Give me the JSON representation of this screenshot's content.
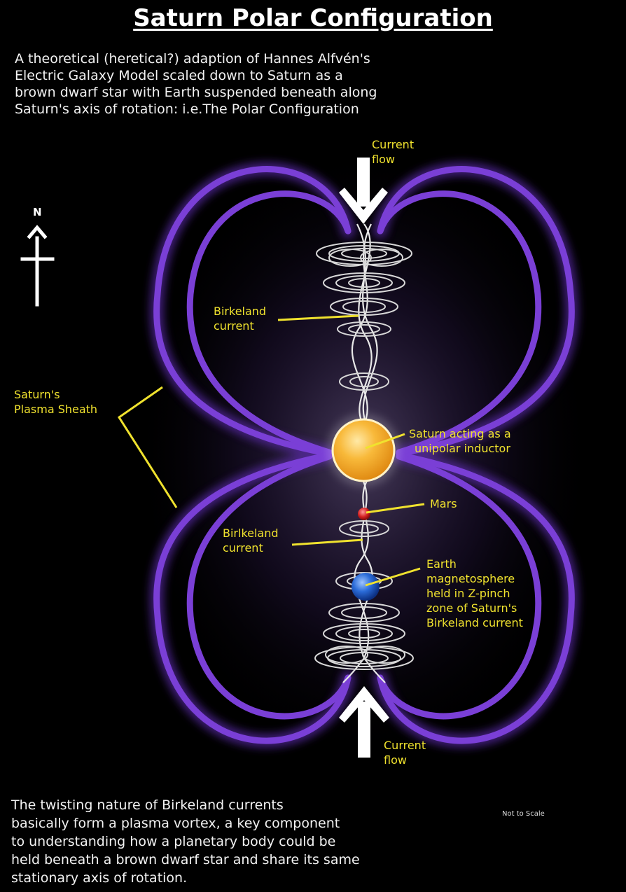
{
  "title": "Saturn Polar Configuration",
  "intro_lines": [
    "A theoretical (heretical?) adaption of Hannes Alfvén's",
    "Electric Galaxy Model scaled down to Saturn as a",
    "brown dwarf star with Earth suspended beneath along",
    "Saturn's axis of rotation: i.e.The Polar Configuration"
  ],
  "compass": {
    "label": "N"
  },
  "labels": {
    "current_flow_top": [
      "Current",
      "flow"
    ],
    "birkeland_upper": [
      "Birkeland",
      "current"
    ],
    "plasma_sheath": [
      "Saturn's",
      "Plasma Sheath"
    ],
    "saturn": [
      "Saturn  acting as a",
      "unipolar inductor"
    ],
    "mars": [
      "Mars"
    ],
    "birkeland_lower": [
      "Birlkeland",
      "current"
    ],
    "earth": [
      "Earth",
      "magnetosphere",
      "held in Z-pinch",
      "zone of Saturn's",
      "Birkeland current"
    ],
    "current_flow_bottom": [
      "Current",
      "flow"
    ]
  },
  "scale_note": "Not to Scale",
  "outro_lines": [
    "The twisting nature of Birkeland currents",
    "basically form a plasma vortex, a key component",
    "to understanding how a planetary body could be",
    "held beneath a brown dwarf star and share its same",
    "stationary axis of rotation."
  ],
  "colors": {
    "background": "#000000",
    "sheath": "#7a3fd6",
    "label": "#f0e22e",
    "saturn": "#f5a623",
    "earth": "#1e5fd0",
    "mars": "#d42020"
  },
  "icons": [
    "north-arrow-icon",
    "down-arrow-icon",
    "up-arrow-icon"
  ]
}
